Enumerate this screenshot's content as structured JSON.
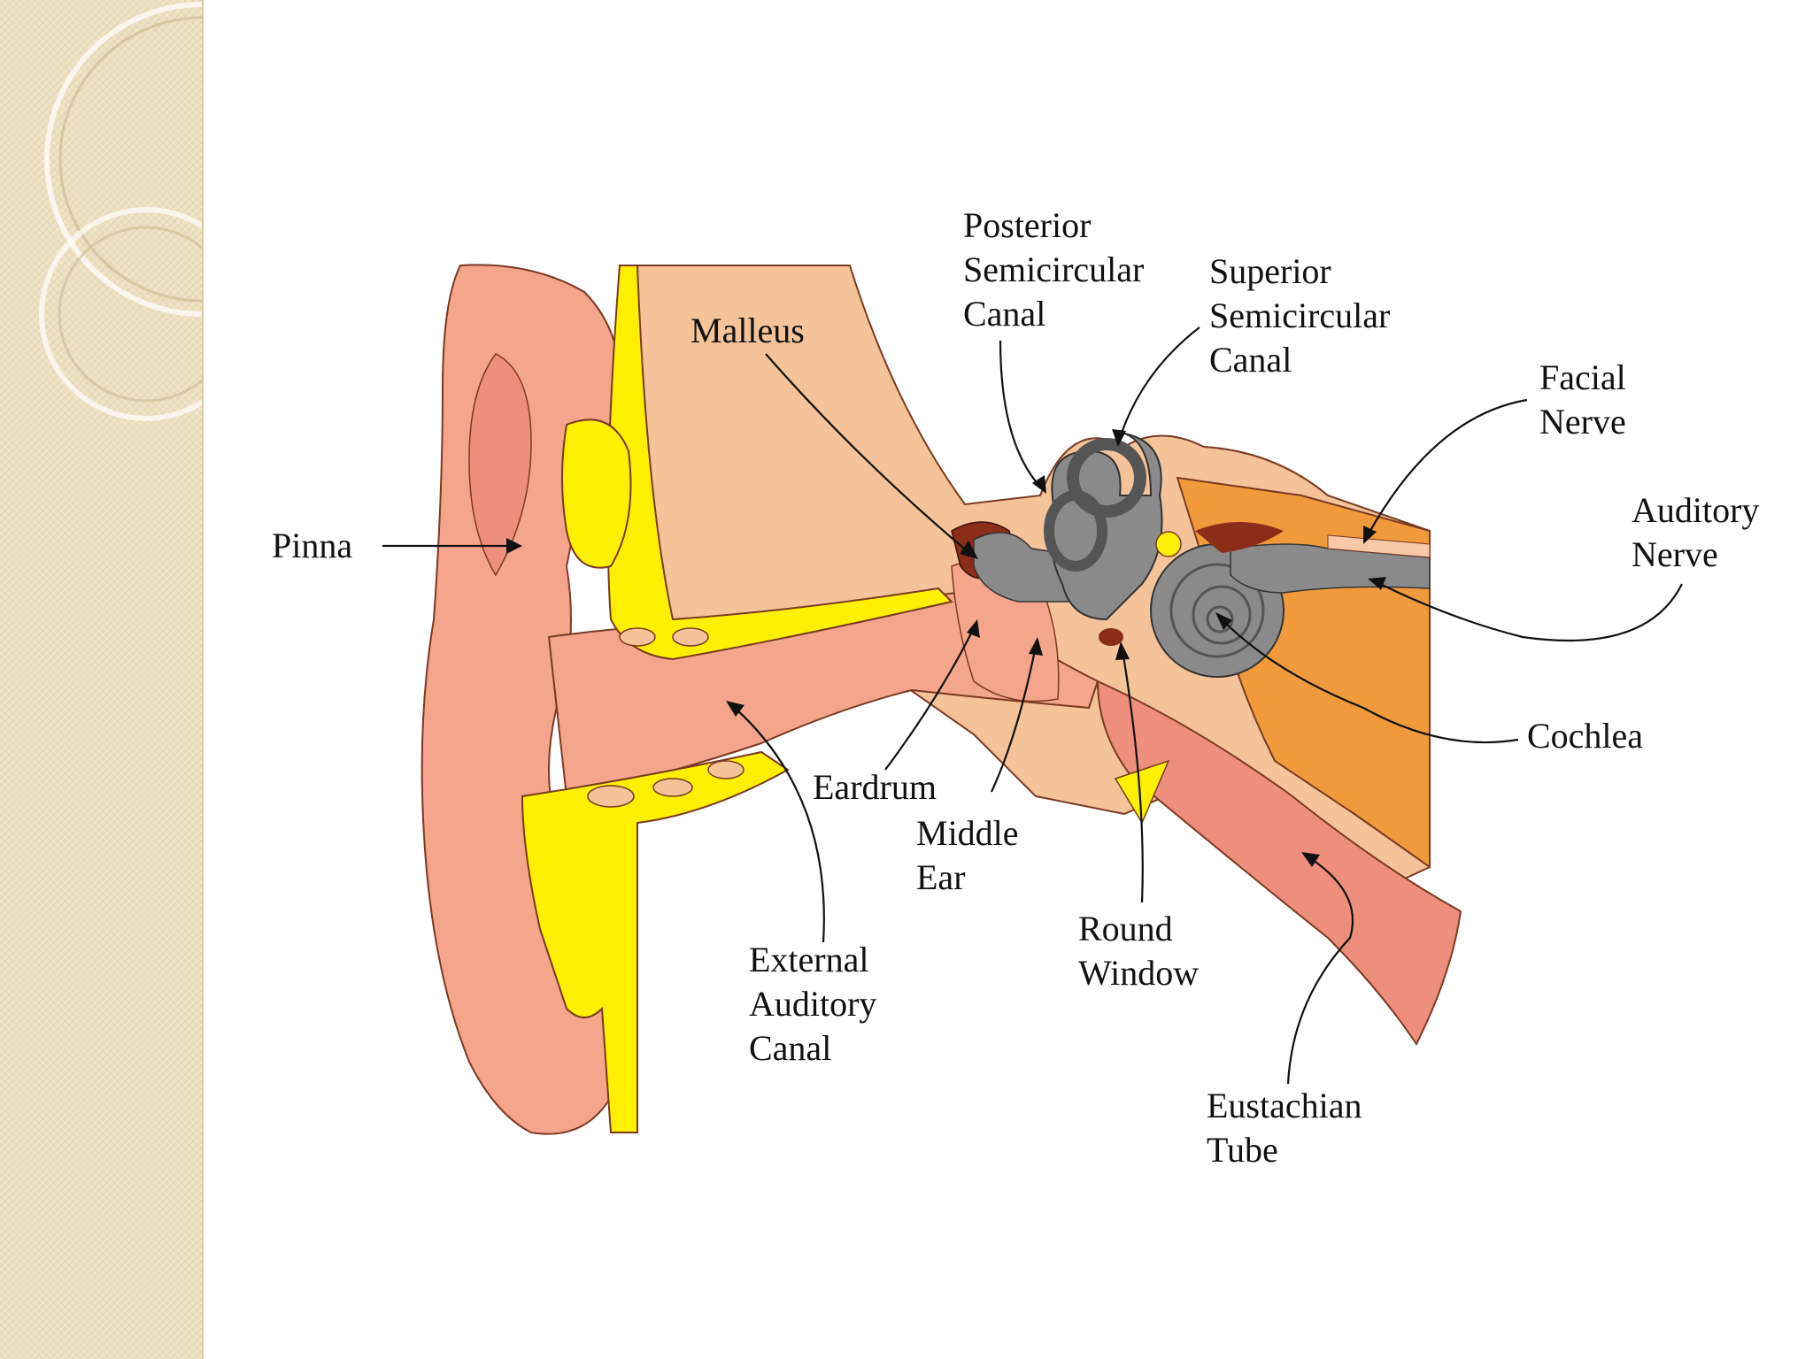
{
  "colors": {
    "sidebar_bg": "#ede0bf",
    "skin": "#f4a58c",
    "skin_light": "#f8c9a8",
    "cartilage": "#ffef00",
    "bone": "#f4c39a",
    "ossicle": "#8a8a8a",
    "nerve_orange": "#f09a3c",
    "dark_tissue": "#8a2e1a",
    "eustachian": "#ee8e7c"
  },
  "labels": {
    "pinna": "Pinna",
    "malleus": "Malleus",
    "posterior_canal": [
      "Posterior",
      "Semicircular",
      "Canal"
    ],
    "superior_canal": [
      "Superior",
      "Semicircular",
      "Canal"
    ],
    "facial_nerve": [
      "Facial",
      "Nerve"
    ],
    "auditory_nerve": [
      "Auditory",
      "Nerve"
    ],
    "cochlea": "Cochlea",
    "eardrum": "Eardrum",
    "middle_ear": [
      "Middle",
      "Ear"
    ],
    "round_window": [
      "Round",
      "Window"
    ],
    "external_canal": [
      "External",
      "Auditory",
      "Canal"
    ],
    "eustachian_tube": [
      "Eustachian",
      "Tube"
    ]
  }
}
